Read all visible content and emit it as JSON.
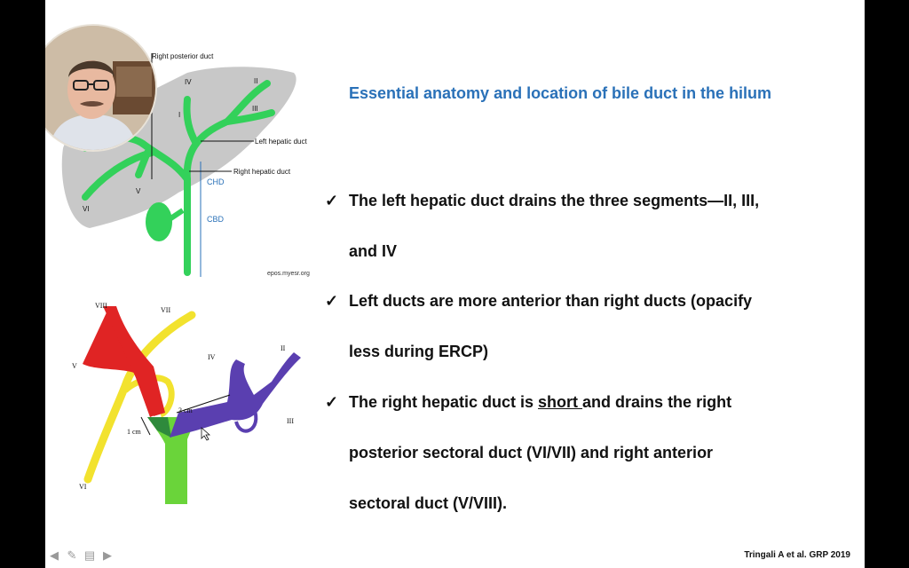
{
  "slide": {
    "title": "Essential anatomy and location of bile duct in the hilum",
    "bullets": [
      {
        "lines": [
          "The left hepatic duct drains the three segments—II, III,",
          "and IV"
        ]
      },
      {
        "lines": [
          "Left ducts are more anterior than right ducts (opacify",
          "less during ERCP)"
        ]
      },
      {
        "line1_before": "The right hepatic duct is ",
        "line1_underlined": "short ",
        "line1_after": "and drains the right",
        "lines_rest": [
          "posterior sectoral duct (VI/VII) and right anterior",
          "sectoral duct (V/VIII)."
        ]
      }
    ],
    "check_mark": "✓",
    "citation": "Tringali A et al. GRP 2019"
  },
  "figure_top": {
    "labels": {
      "right_posterior_duct": "Right posterior duct",
      "left_hepatic_duct": "Left hepatic duct",
      "right_hepatic_duct": "Right hepatic duct",
      "chd": "CHD",
      "cbd": "CBD",
      "source": "epos.myesr.org",
      "seg_iv": "IV",
      "seg_ii": "II",
      "seg_iii": "III",
      "seg_i": "I",
      "seg_v": "V",
      "seg_vi": "VI"
    },
    "colors": {
      "liver": "#c8c8c8",
      "duct": "#33d15a",
      "label_blue": "#2a71b8"
    }
  },
  "figure_bottom": {
    "labels": {
      "viii": "VIII",
      "vii": "VII",
      "v": "V",
      "vi": "VI",
      "iv": "IV",
      "ii": "II",
      "iii": "III",
      "three_cm": "3 cm",
      "one_cm": "1 cm"
    },
    "colors": {
      "red": "#e02424",
      "yellow": "#f2e22e",
      "purple": "#5a3fb0",
      "green": "#6ad43a",
      "dark_green": "#2e8a3c"
    }
  },
  "nav": {
    "icons": [
      "arrow-left-icon",
      "pencil-icon",
      "menu-icon",
      "arrow-right-icon"
    ]
  }
}
